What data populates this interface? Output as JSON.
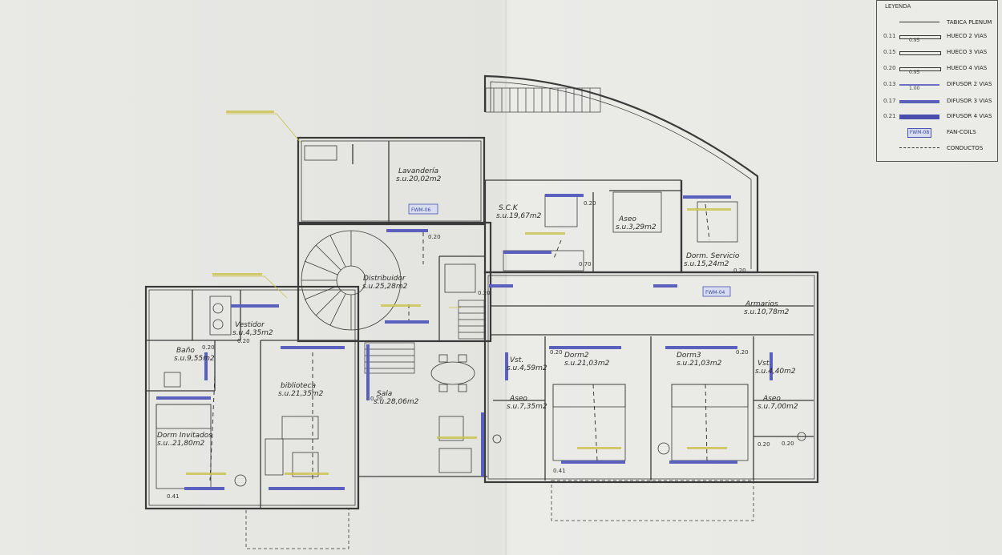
{
  "rooms": [
    {
      "name": "Lavandería",
      "area": "s.u.20,02m2"
    },
    {
      "name": "S.C.K",
      "area": "s.u.19,67m2"
    },
    {
      "name": "Aseo",
      "area": "s.u.3,29m2"
    },
    {
      "name": "Dorm. Servicio",
      "area": "s.u.15,24m2"
    },
    {
      "name": "Distribuidor",
      "area": "s.u.25,28m2"
    },
    {
      "name": "Vestidor",
      "area": "s.u.4,35m2"
    },
    {
      "name": "Baño",
      "area": "s.u.9,55m2"
    },
    {
      "name": "biblioteca",
      "area": "s.u.21,35m2"
    },
    {
      "name": "Sala",
      "area": "s.u.28,06m2"
    },
    {
      "name": "Dorm Invitados",
      "area": "s.u..21,80m2"
    },
    {
      "name": "Dorm2",
      "area": "s.u.21,03m2"
    },
    {
      "name": "Dorm3",
      "area": "s.u.21,03m2"
    },
    {
      "name": "Armarios",
      "area": "s.u.10,78m2"
    },
    {
      "name": "Vst.",
      "area": "s.u.4,40m2"
    },
    {
      "name": "Aseo",
      "area": "s.u.7,00m2"
    },
    {
      "name": "Vst.",
      "area": "s.u.4,59m2"
    },
    {
      "name": "Aseo",
      "area": "s.u.7,35m2"
    }
  ],
  "fan_coils": [
    "FWM-06",
    "FWM-04"
  ],
  "dimensions": [
    "0.20",
    "0.20",
    "0.20",
    "0.70",
    "0.20",
    "0.20",
    "0.20",
    "0.20",
    "0.20",
    "0.20",
    "0.20",
    "0.41",
    "0.41",
    "0.20"
  ],
  "legend": {
    "title": "LEYENDA",
    "rows": [
      {
        "value": "",
        "sub": "",
        "label": "TABICA PLENUM",
        "symbol": "line"
      },
      {
        "value": "0.11",
        "sub": "0.95",
        "label": "HUECO 2 VIAS",
        "symbol": "hueco"
      },
      {
        "value": "0.15",
        "sub": "",
        "label": "HUECO 3 VIAS",
        "symbol": "hueco"
      },
      {
        "value": "0.20",
        "sub": "0.95",
        "label": "HUECO 4 VIAS",
        "symbol": "hueco"
      },
      {
        "value": "0.13",
        "sub": "1.00",
        "label": "DIFUSOR 2 VIAS",
        "symbol": "dif2"
      },
      {
        "value": "0.17",
        "sub": "",
        "label": "DIFUSOR 3 VIAS",
        "symbol": "dif3"
      },
      {
        "value": "0.21",
        "sub": "",
        "label": "DIFUSOR 4 VIAS",
        "symbol": "dif4"
      },
      {
        "value": "",
        "sub": "",
        "label": "FAN-COILS",
        "symbol": "fancoil",
        "tag": "FWM-08"
      },
      {
        "value": "",
        "sub": "",
        "label": "CONDUCTOS",
        "symbol": "dash"
      }
    ]
  },
  "colors": {
    "wall": "#3a3a3a",
    "diffuser": "#5b5fbd",
    "annotation": "#c9c24a",
    "paper": "#e7e7e4"
  }
}
